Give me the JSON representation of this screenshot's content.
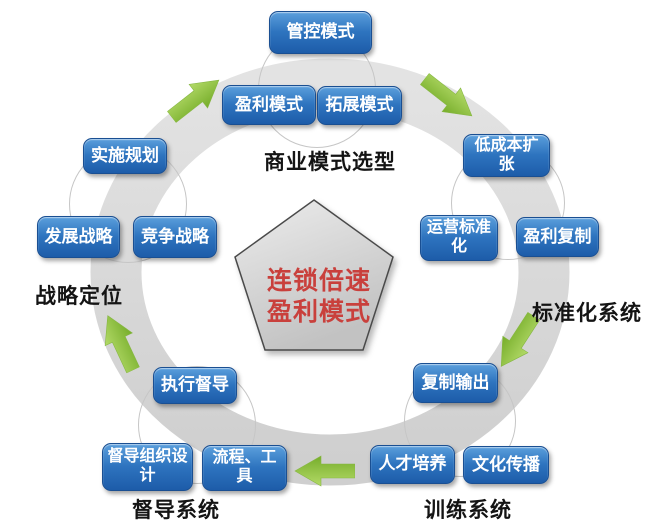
{
  "diagram": {
    "title": "连锁倍速盈利模式",
    "center": {
      "text": "连锁倍速\n盈利模式"
    },
    "clusters": [
      {
        "id": "business-model",
        "label": "商业模式选型",
        "boxes": [
          "管控模式",
          "盈利模式",
          "拓展模式"
        ]
      },
      {
        "id": "standardization",
        "label": "标准化系统",
        "boxes": [
          "低成本扩\n张",
          "运营标准\n化",
          "盈利复制"
        ]
      },
      {
        "id": "training",
        "label": "训练系统",
        "boxes": [
          "复制输出",
          "人才培养",
          "文化传播"
        ]
      },
      {
        "id": "supervision",
        "label": "督导系统",
        "boxes": [
          "执行督导",
          "督导组织设\n计",
          "流程、工\n具"
        ]
      },
      {
        "id": "strategy",
        "label": "战略定位",
        "boxes": [
          "实施规划",
          "发展战略",
          "竞争战略"
        ]
      }
    ],
    "icons": {
      "flow_arrows": [
        "arrow-ne",
        "arrow-se",
        "arrow-sw",
        "arrow-w",
        "arrow-n"
      ]
    },
    "colors": {
      "box_blue_top": "#5b9fdc",
      "box_blue_bottom": "#1d5ca9",
      "arrow_green": "#8dc63f",
      "ring_gray": "#d9d9d9",
      "pentagon_fill": "#d9d9d9",
      "pentagon_stroke": "#4a4a4a",
      "center_red": "#c9403c",
      "label_black": "#141414"
    }
  }
}
